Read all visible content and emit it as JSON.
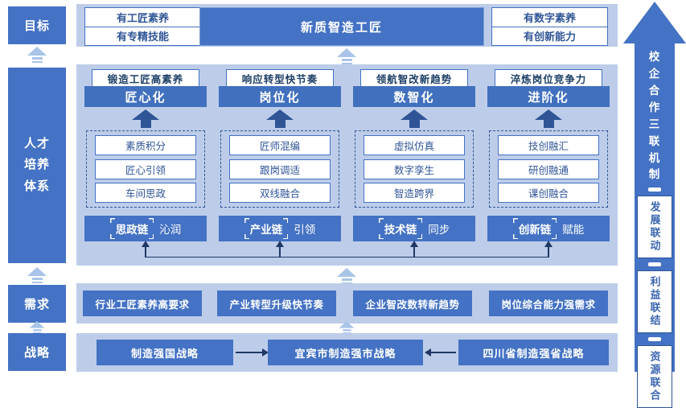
{
  "colors": {
    "primary_blue": "#4472c4",
    "dark_blue": "#2f5597",
    "band_light_blue": "#bdcde9",
    "connector_navy": "#1f3864",
    "mini_arrow_blue": "#a9c4e8"
  },
  "left_rail": {
    "goal": "目标",
    "system": "人才培养体系",
    "demand": "需求",
    "strategy": "战略"
  },
  "goal_row": {
    "left_top": "有工匠素养",
    "left_bottom": "有专精技能",
    "center": "新质智造工匠",
    "right_top": "有数字素养",
    "right_bottom": "有创新能力"
  },
  "columns": [
    {
      "banner": "锻造工匠高素养",
      "mode": "匠心化",
      "items": [
        "素质积分",
        "匠心引领",
        "车间思政"
      ],
      "chain_name": "思政链",
      "chain_action": "沁润"
    },
    {
      "banner": "响应转型快节奏",
      "mode": "岗位化",
      "items": [
        "匠师混编",
        "跟岗调适",
        "双线融合"
      ],
      "chain_name": "产业链",
      "chain_action": "引领"
    },
    {
      "banner": "领航智改新趋势",
      "mode": "数智化",
      "items": [
        "虚拟仿真",
        "数字孪生",
        "智造跨界"
      ],
      "chain_name": "技术链",
      "chain_action": "同步"
    },
    {
      "banner": "淬炼岗位竞争力",
      "mode": "进阶化",
      "items": [
        "技创融汇",
        "研创融通",
        "课创融合"
      ],
      "chain_name": "创新链",
      "chain_action": "赋能"
    }
  ],
  "demand_row": {
    "items": [
      "行业工匠素养高要求",
      "产业转型升级快节奏",
      "企业智改数转新趋势",
      "岗位综合能力强需求"
    ]
  },
  "strategy_row": {
    "national": "制造强国战略",
    "city": "宜宾市制造强市战略",
    "province": "四川省制造强省战略"
  },
  "right_rail": {
    "title": "校企合作三联机制",
    "links": [
      "发展联动",
      "利益联结",
      "资源联合"
    ]
  }
}
